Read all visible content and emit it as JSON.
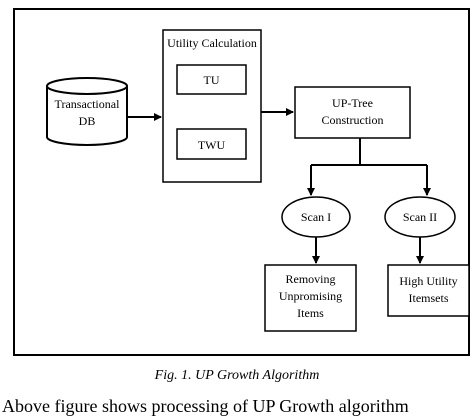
{
  "diagram": {
    "nodes": {
      "db": [
        "Transactional",
        "DB"
      ],
      "utility_calc": "Utility Calculation",
      "tu": "TU",
      "twu": "TWU",
      "uptree": [
        "UP-Tree",
        "Construction"
      ],
      "scan1": "Scan I",
      "scan2": "Scan II",
      "removing": [
        "Removing",
        "Unpromising",
        "Items"
      ],
      "high_utility": [
        "High Utility",
        "Itemsets"
      ]
    }
  },
  "caption": "Fig. 1. UP Growth Algorithm",
  "body_text": "Above figure shows processing of UP Growth algorithm"
}
